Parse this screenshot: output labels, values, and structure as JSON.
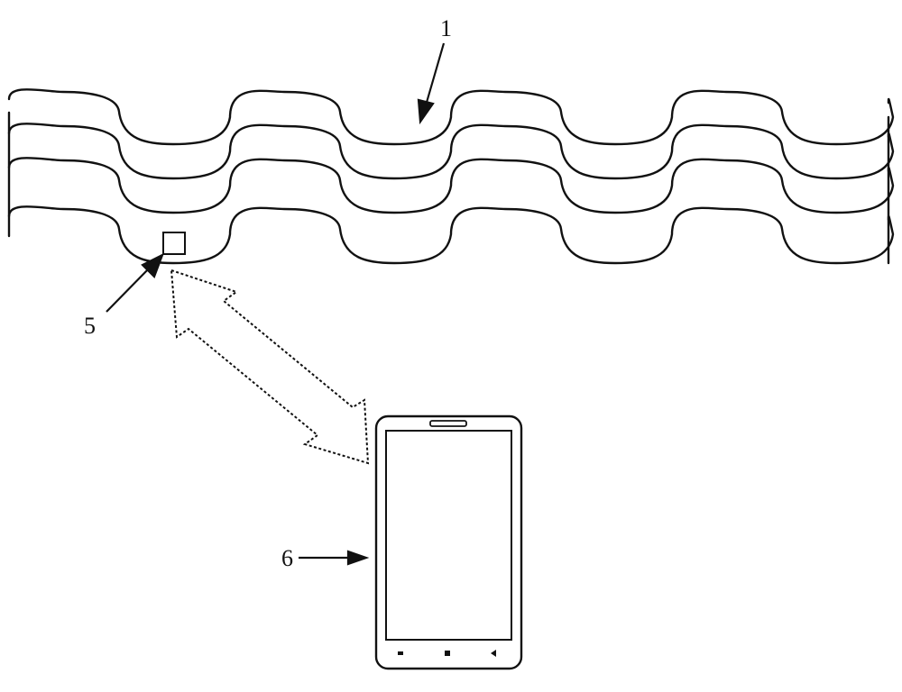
{
  "figure": {
    "line_color": "#111111",
    "background_color": "#ffffff",
    "labels": {
      "wave_structure": "1",
      "sensor": "5",
      "phone": "6"
    },
    "icons": {
      "phone": "smartphone-icon",
      "link": "dashed-double-arrow-icon",
      "nav_left": "square-nav-icon",
      "nav_center": "home-nav-icon",
      "nav_right": "back-triangle-icon"
    }
  }
}
